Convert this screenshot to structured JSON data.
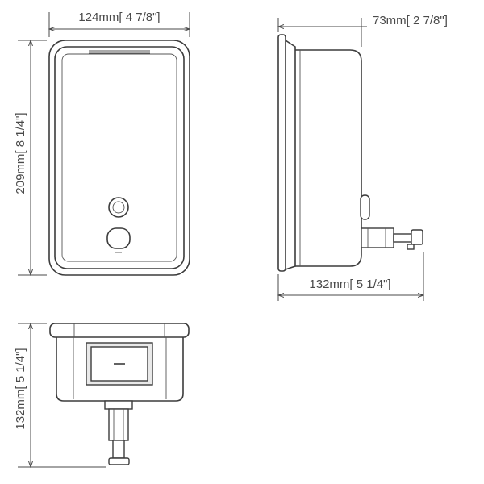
{
  "dimensions": {
    "front_width": "124mm[ 4 7/8\"]",
    "front_height": "209mm[ 8 1/4\"]",
    "side_depth_top": "73mm[ 2 7/8\"]",
    "side_depth_bottom": "132mm[ 5 1/4\"]",
    "bottom_height": "132mm[ 5 1/4\"]"
  }
}
